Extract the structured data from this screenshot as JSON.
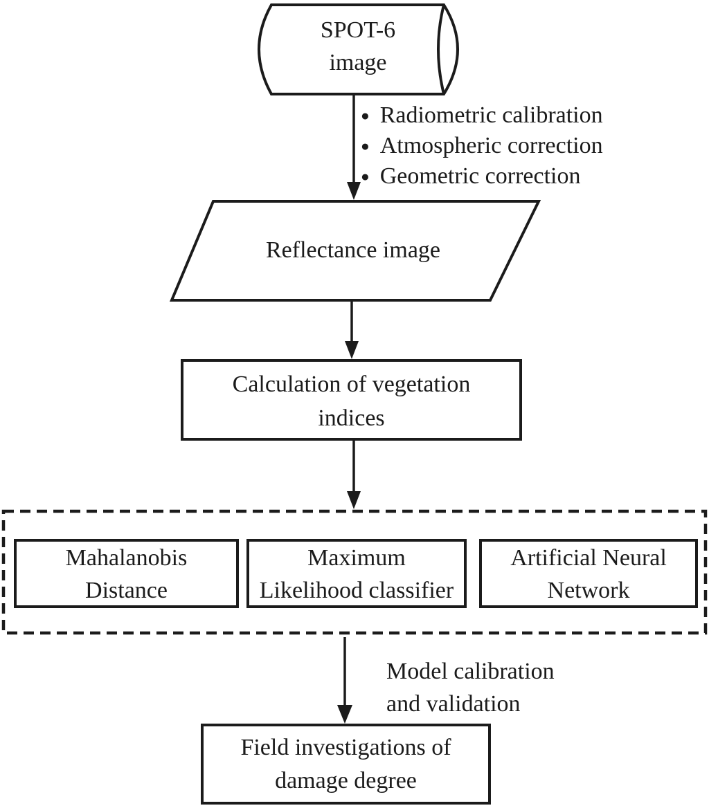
{
  "diagram": {
    "title_semantic": "SPOT-6 image processing flowchart",
    "colors": {
      "background": "#ffffff",
      "line": "#1b1b1b",
      "text": "#1b1b1b"
    },
    "bullet_icon": "●",
    "nodes": {
      "source": {
        "shape": "cylinder",
        "label": "SPOT-6\nimage"
      },
      "preprocessing_steps": [
        "Radiometric calibration",
        "Atmospheric correction",
        "Geometric correction"
      ],
      "reflectance": {
        "shape": "parallelogram",
        "label": "Reflectance image"
      },
      "vegetation_indices": {
        "shape": "rectangle",
        "label": "Calculation of vegetation\nindices"
      },
      "classifiers": [
        {
          "shape": "rectangle",
          "label": "Mahalanobis\nDistance"
        },
        {
          "shape": "rectangle",
          "label": "Maximum\nLikelihood classifier"
        },
        {
          "shape": "rectangle",
          "label": "Artificial Neural\nNetwork"
        }
      ],
      "field": {
        "shape": "rectangle",
        "label": "Field investigations of\ndamage degree"
      }
    },
    "edge_labels": {
      "model": "Model calibration\nand validation"
    }
  }
}
